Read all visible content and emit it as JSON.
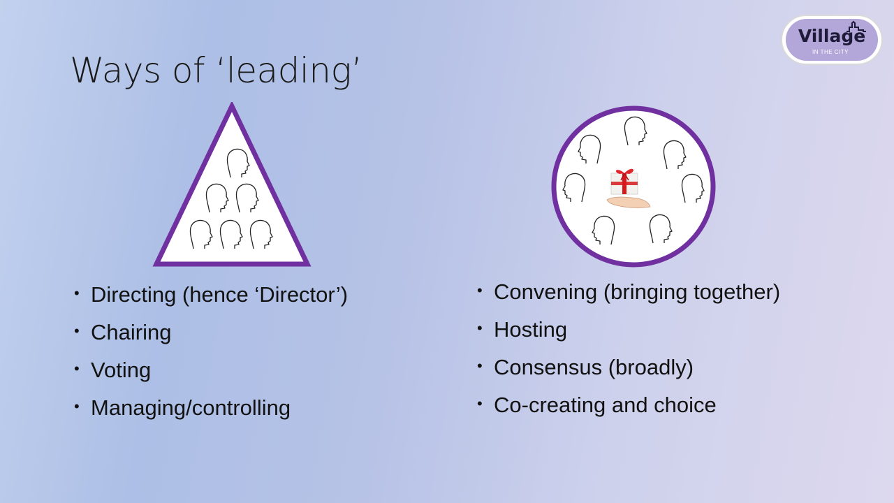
{
  "slide": {
    "title": "Ways of ‘leading’",
    "logo": {
      "main": "Village",
      "sub": "IN THE CITY"
    },
    "left_list": [
      "Directing (hence ‘Director’)",
      "Chairing",
      "Voting",
      "Managing/controlling"
    ],
    "right_list": [
      "Convening (bringing together)",
      "Hosting",
      "Consensus (broadly)",
      "Co-creating and choice"
    ]
  },
  "colors": {
    "accent_purple": "#7030a0",
    "logo_fill": "#b3a6d8"
  },
  "icons": {
    "triangle_heads": "head-silhouette-icon",
    "circle_center": "gift-in-hand-icon"
  }
}
